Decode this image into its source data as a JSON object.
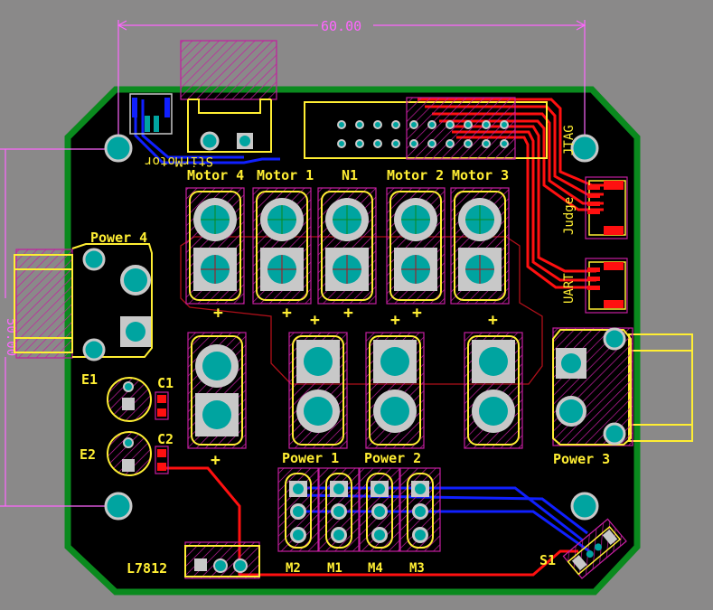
{
  "colors": {
    "background": "#8a8989",
    "board": "#000000",
    "outline": "#0a8a1e",
    "silk": "#ffee33",
    "pad": "#c8c8c8",
    "via": "#00a4a0",
    "courtyard": "#c41ea0",
    "top_copper": "#ff1010",
    "bottom_copper": "#1020ff",
    "dimension": "#ff66ff",
    "keepout": "#b0101a"
  },
  "dimensions": {
    "width_label": "60.00",
    "height_label": "50.00"
  },
  "labels": {
    "motor4": "Motor 4",
    "motor1": "Motor 1",
    "n1": "N1",
    "motor2": "Motor 2",
    "motor3": "Motor 3",
    "power4": "Power 4",
    "power1": "Power 1",
    "power2": "Power 2",
    "power3": "Power 3",
    "stirmotor": "StirMotor",
    "jtag": "JTAG",
    "judge": "Judge",
    "uart": "UART",
    "e1": "E1",
    "e2": "E2",
    "c1": "C1",
    "c2": "C2",
    "l7812": "L7812",
    "m2": "M2",
    "m1": "M1",
    "m4": "M4",
    "m3": "M3",
    "s1": "S1",
    "plus": "+"
  }
}
